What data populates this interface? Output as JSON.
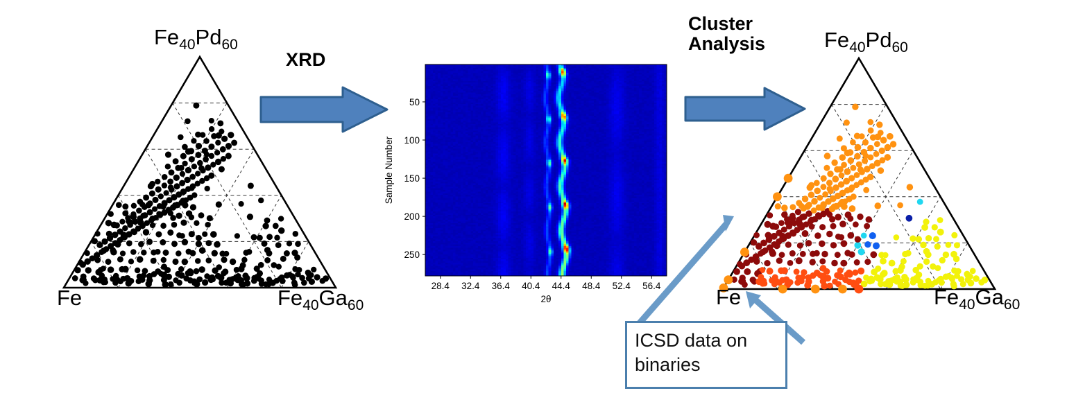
{
  "figure": {
    "type": "workflow-diagram",
    "caption_elements": [
      "ternary-composition-map",
      "xrd-heatmap",
      "clustered-ternary-map"
    ]
  },
  "process": {
    "step1_label": "XRD",
    "step2_label": "Cluster\nAnalysis",
    "arrow_color": "#4f81bd",
    "arrow_border": "#2e5f8f"
  },
  "left_ternary": {
    "name": "composition-library-ternary",
    "vertex_top": "Fe40Pd60",
    "vertex_top_parts": {
      "a": "Fe",
      "sub1": "40",
      "b": "Pd",
      "sub2": "60"
    },
    "vertex_left": "Fe",
    "vertex_right": "Fe40Ga60",
    "vertex_right_parts": {
      "a": "Fe",
      "sub1": "40",
      "b": "Ga",
      "sub2": "60"
    },
    "point_color": "#000000",
    "grid": "dashed",
    "point_count": 278
  },
  "right_ternary": {
    "name": "cluster-result-ternary",
    "vertex_top": "Fe40Pd60",
    "vertex_left": "Fe",
    "vertex_right": "Fe40Ga60",
    "grid": "dashed",
    "clusters": [
      {
        "id": "c1",
        "label": "dark-red",
        "color": "#8c0a0a"
      },
      {
        "id": "c2",
        "label": "orange",
        "color": "#ff9211"
      },
      {
        "id": "c3",
        "label": "yellow",
        "color": "#f2f20a"
      },
      {
        "id": "c4",
        "label": "orange-red",
        "color": "#ff4d11"
      },
      {
        "id": "c5",
        "label": "cyan",
        "color": "#20d7f0"
      },
      {
        "id": "c6",
        "label": "teal",
        "color": "#17e0c0"
      },
      {
        "id": "c7",
        "label": "green",
        "color": "#63e863"
      },
      {
        "id": "c8",
        "label": "blue",
        "color": "#1060f0"
      },
      {
        "id": "c9",
        "label": "navy",
        "color": "#0a1fa8"
      },
      {
        "id": "c10",
        "label": "gold",
        "color": "#ffc400"
      }
    ]
  },
  "heatmap": {
    "name": "xrd-intensity-heatmap",
    "xlabel": "2θ",
    "ylabel": "Sample Number",
    "xticks": [
      "28.4",
      "32.4",
      "36.4",
      "40.4",
      "44.4",
      "48.4",
      "52.4",
      "56.4"
    ],
    "yticks": [
      "50",
      "100",
      "150",
      "200",
      "250"
    ],
    "colormap": "jet",
    "background_color": "#0808b4",
    "peak_center_2theta": 44.4,
    "secondary_peak_2theta": 42.6,
    "sample_range": [
      1,
      278
    ]
  },
  "annotation": {
    "text_line1": "ICSD data on",
    "text_line2": "binaries",
    "box_border_color": "#4b7fad",
    "leader_color": "#6a9bc8",
    "targets": [
      "left-edge-binary-point",
      "bottom-edge-binary-point"
    ]
  },
  "chart_data": {
    "type": "scatter",
    "title": "",
    "panels": [
      {
        "name": "composition-library",
        "projection": "ternary",
        "axes": [
          "Fe",
          "Fe40Pd60",
          "Fe40Ga60"
        ],
        "series": [
          {
            "name": "samples",
            "color": "#000000",
            "n": 278
          }
        ]
      },
      {
        "name": "xrd-heatmap",
        "projection": "image",
        "xlabel": "2θ",
        "ylabel": "Sample Number",
        "xlim": [
          26.4,
          58.4
        ],
        "ylim": [
          1,
          278
        ],
        "xticks": [
          28.4,
          32.4,
          36.4,
          40.4,
          44.4,
          48.4,
          52.4,
          56.4
        ],
        "yticks": [
          50,
          100,
          150,
          200,
          250
        ],
        "colormap": "jet"
      },
      {
        "name": "cluster-assignment",
        "projection": "ternary",
        "axes": [
          "Fe",
          "Fe40Pd60",
          "Fe40Ga60"
        ],
        "series": [
          {
            "name": "cluster-dark-red",
            "color": "#8c0a0a"
          },
          {
            "name": "cluster-orange",
            "color": "#ff9211"
          },
          {
            "name": "cluster-yellow",
            "color": "#f2f20a"
          },
          {
            "name": "cluster-orange-red",
            "color": "#ff4d11"
          },
          {
            "name": "cluster-cyan",
            "color": "#20d7f0"
          },
          {
            "name": "cluster-teal",
            "color": "#17e0c0"
          },
          {
            "name": "cluster-green",
            "color": "#63e863"
          },
          {
            "name": "cluster-blue",
            "color": "#1060f0"
          },
          {
            "name": "cluster-navy",
            "color": "#0a1fa8"
          },
          {
            "name": "cluster-gold",
            "color": "#ffc400"
          }
        ]
      }
    ]
  }
}
